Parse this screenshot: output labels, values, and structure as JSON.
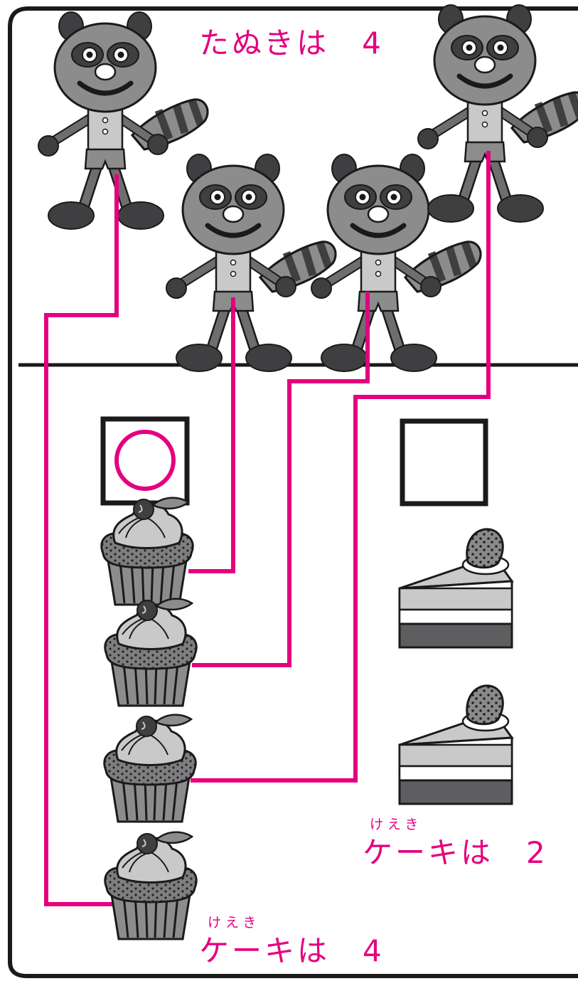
{
  "colors": {
    "accent": "#e4007f",
    "raccoon_body": "#8c8c8d",
    "raccoon_dark": "#3f3f41",
    "raccoon_light": "#c9c9ca",
    "frame": "#1a1a1a"
  },
  "top_section": {
    "raccoon_label": "たぬきは",
    "raccoon_count": "4",
    "raccoon_count_value": 4
  },
  "bottom_section": {
    "cupcake_label": "ケーキは",
    "cupcake_ruby": "けえき",
    "cupcake_count": "4",
    "cupcake_count_value": 4,
    "cake_label": "ケーキは",
    "cake_ruby": "けえき",
    "cake_count": "2",
    "cake_count_value": 2
  },
  "answer_boxes": [
    {
      "marked": true,
      "mark_icon": "circle-icon"
    },
    {
      "marked": false,
      "mark_icon": ""
    }
  ],
  "icons": [
    "raccoon-icon",
    "cupcake-icon",
    "cake-slice-icon",
    "circle-icon"
  ]
}
